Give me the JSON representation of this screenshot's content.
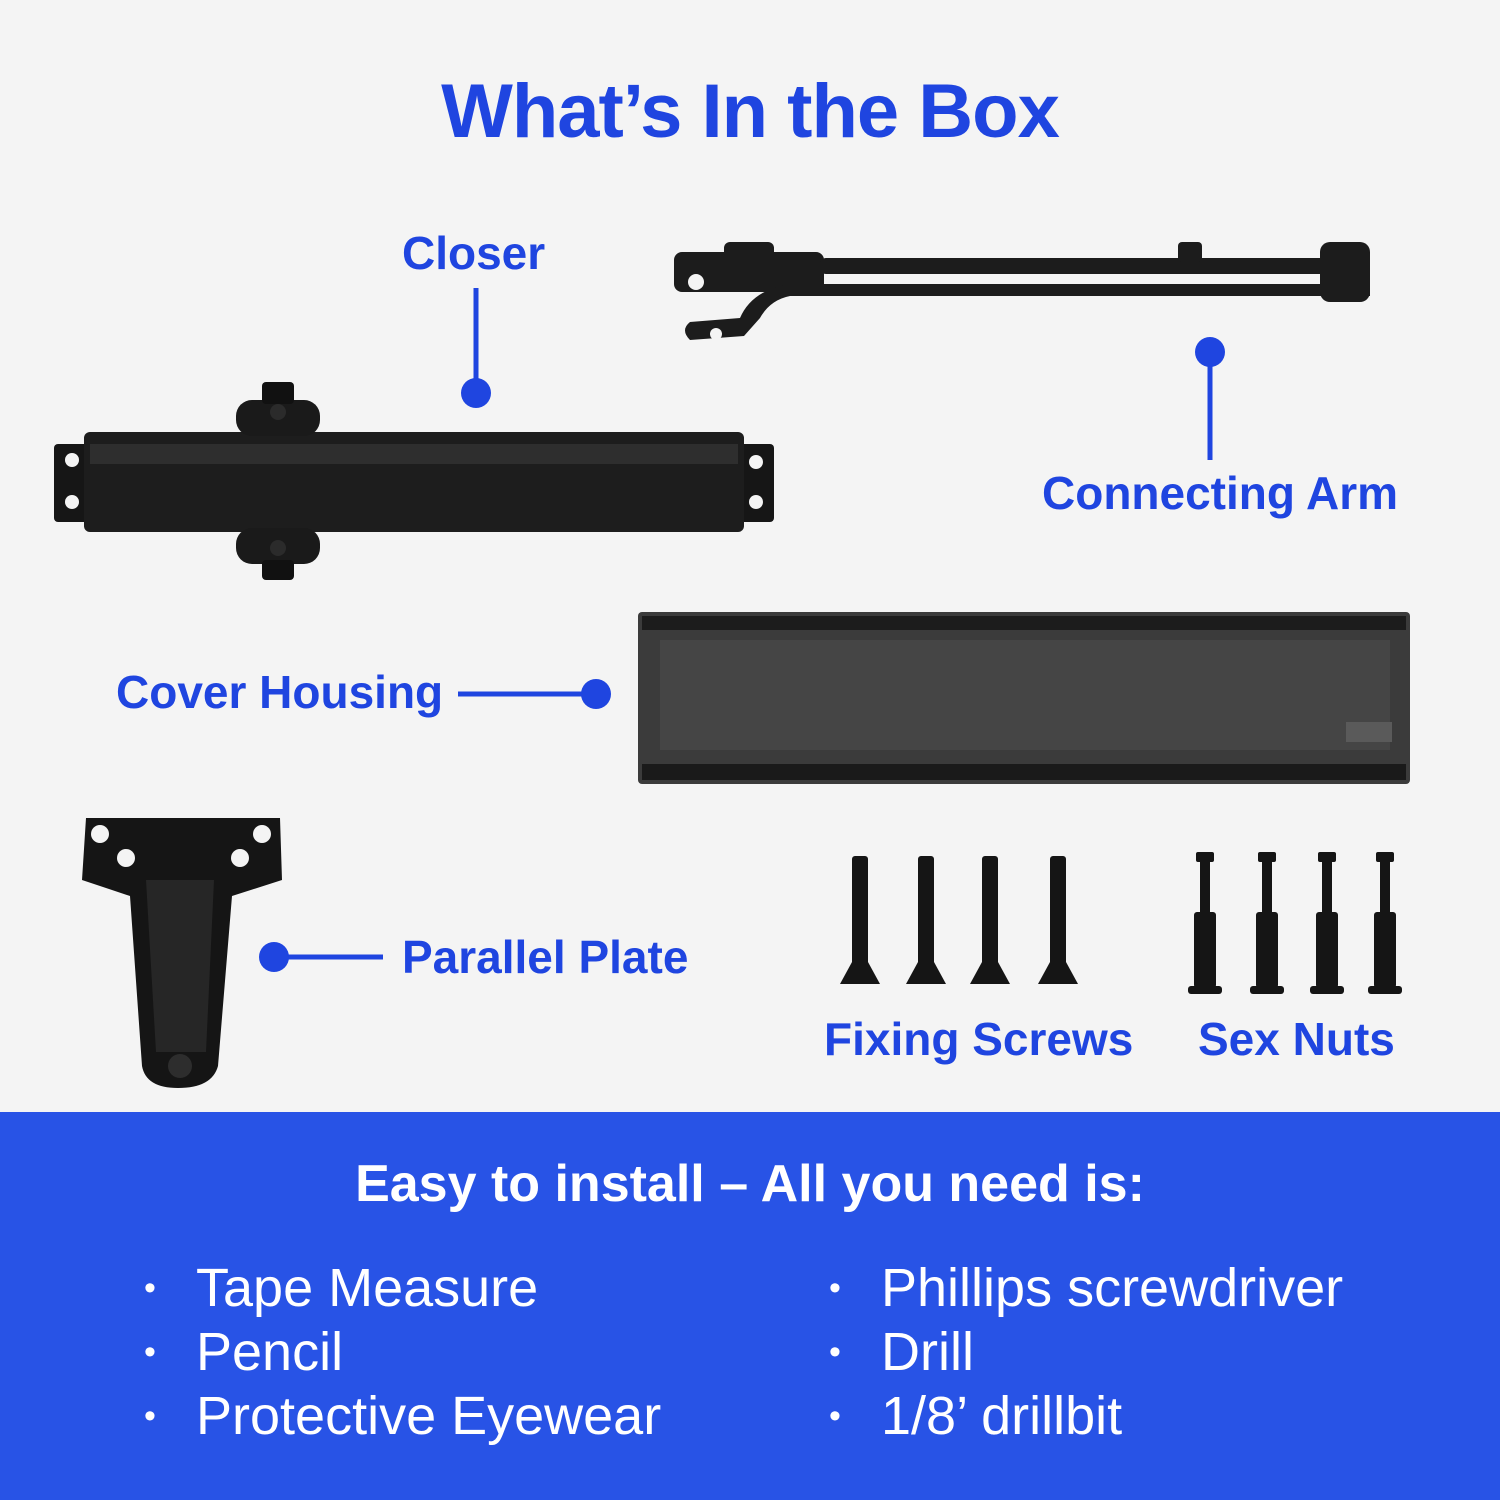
{
  "title": "What’s In the Box",
  "parts": {
    "closer": "Closer",
    "connecting_arm": "Connecting Arm",
    "cover_housing": "Cover Housing",
    "parallel_plate": "Parallel Plate",
    "fixing_screws": "Fixing Screws",
    "sex_nuts": "Sex Nuts"
  },
  "install": {
    "heading": "Easy to install – All you need is:",
    "left_items": [
      "Tape Measure",
      "Pencil",
      "Protective Eyewear"
    ],
    "right_items": [
      "Phillips screwdriver",
      "Drill",
      "1/8’ drillbit"
    ]
  },
  "colors": {
    "accent": "#1f45e0",
    "banner": "#2853e6",
    "background": "#f4f4f4",
    "hardware": "#1a1a1a"
  }
}
